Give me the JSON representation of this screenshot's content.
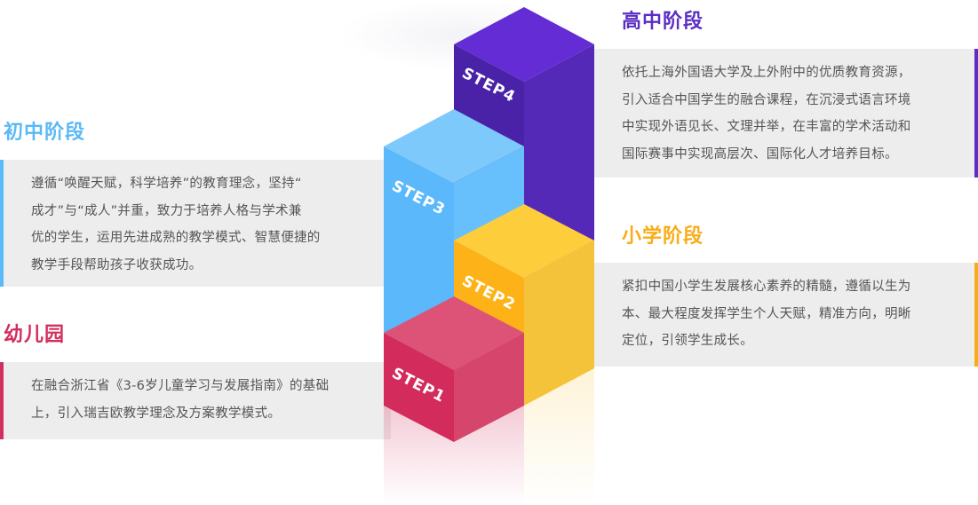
{
  "sections": {
    "high": {
      "title": "高中阶段",
      "color": "#5b2ec4",
      "lines": [
        "依托上海外国语大学及上外附中的优质教育资源，",
        "引入适合中国学生的融合课程，在沉浸式语言环境",
        "中实现外语见长、文理并举，在丰富的学术活动和",
        "国际赛事中实现高层次、国际化人才培养目标。"
      ]
    },
    "middle": {
      "title": "初中阶段",
      "color": "#5ab9f7",
      "lines": [
        "遵循“唤醒天赋，科学培养”的教育理念，坚持“",
        "成才”与“成人”并重，致力于培养人格与学术兼",
        "优的学生，运用先进成熟的教学模式、智慧便捷的",
        "教学手段帮助孩子收获成功。"
      ]
    },
    "primary": {
      "title": "小学阶段",
      "color": "#f8ad18",
      "lines": [
        "紧扣中国小学生发展核心素养的精髓，遵循以生为",
        "本、最大程度发挥学生个人天赋，精准方向，明晰",
        "定位，引领学生成长。"
      ]
    },
    "kinder": {
      "title": "幼儿园",
      "color": "#d22e5e",
      "lines": [
        "在融合浙江省《3-6岁儿童学习与发展指南》的基础",
        "上，引入瑞吉欧教学理念及方案教学模式。"
      ]
    }
  },
  "steps": [
    "STEP1",
    "STEP2",
    "STEP3",
    "STEP4"
  ]
}
